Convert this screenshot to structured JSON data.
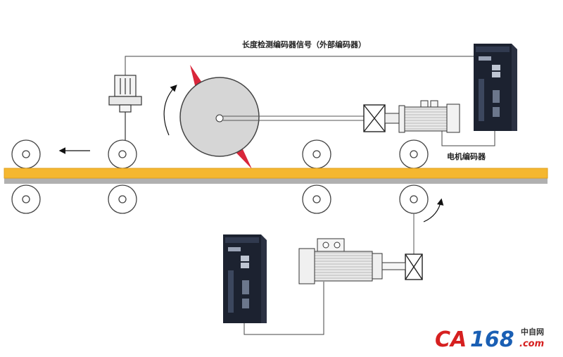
{
  "labels": {
    "length_encoder_signal": "长度检测编码器信号（外部编码器）",
    "motor_encoder": "电机编码器"
  },
  "watermark": {
    "brand_a": "CA",
    "brand_b": "168",
    "cn": "中自网",
    "domain": ".com"
  },
  "colors": {
    "strip": "#f5b730",
    "strip_edge": "#e0a020",
    "strip_shadow": "#b0b0b0",
    "drum": "#d6d6d6",
    "knife": "#d9263a",
    "drive_body": "#1c2230",
    "brand_red": "#d62020",
    "brand_blue": "#1a5fb4"
  }
}
